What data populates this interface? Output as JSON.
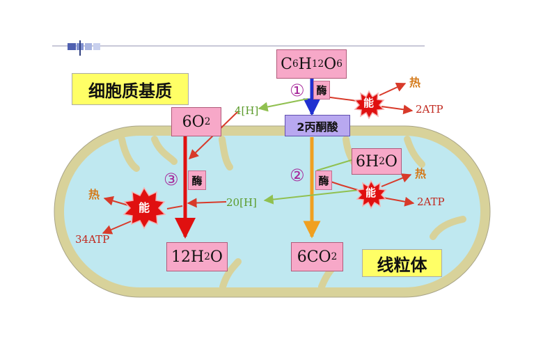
{
  "region_labels": {
    "cytoplasm": "细胞质基质",
    "mitochondria": "线粒体"
  },
  "molecules": {
    "glucose": {
      "C": "C",
      "n1": "6",
      "H": "H",
      "n2": "12",
      "O": "O",
      "n3": "6"
    },
    "pyruvate": "2丙酮酸",
    "oxygen": {
      "prefix": "6O",
      "sub": "2"
    },
    "water_in": {
      "prefix": "6H",
      "sub": "2",
      "suffix": "O"
    },
    "water_out": {
      "prefix": "12H",
      "sub": "2",
      "suffix": "O"
    },
    "co2": {
      "prefix": "6CO",
      "sub": "2"
    }
  },
  "stages": [
    "①",
    "②",
    "③"
  ],
  "enzyme": "酶",
  "energy": "能",
  "heat": "热",
  "hydrogen": {
    "stage1": "4[H]",
    "stage2": "20[H]"
  },
  "atp": {
    "stage1": "2ATP",
    "stage2": "2ATP",
    "stage3": "34ATP"
  },
  "colors": {
    "cytoplasm_fill": "#bfe8f0",
    "membrane": "#d8d29a",
    "box_fill": "#f7a8c8",
    "pyruvate_box": "#b8a8f0",
    "glucose_arrow": "#2030d0",
    "pyruvate_arrow": "#f0a020",
    "oxygen_arrow": "#e01010",
    "hydrogen_arrow": "#90c050",
    "energy_burst": "#e01010"
  }
}
